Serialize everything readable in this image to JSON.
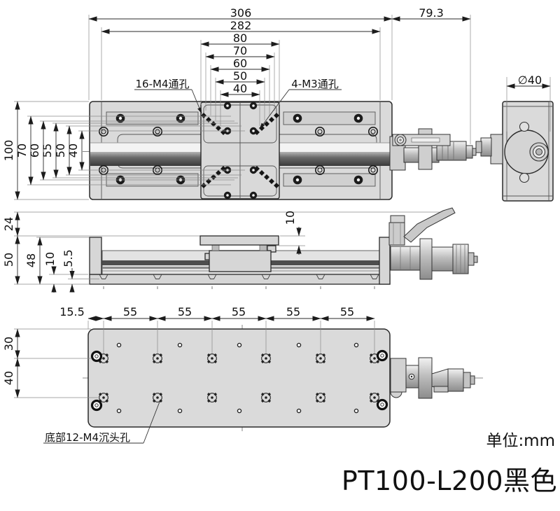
{
  "drawing": {
    "unit_note": "单位:mm",
    "title": "PT100-L200黑色"
  },
  "colors": {
    "accent_green": "#2aa82a",
    "ink": "#111111",
    "body_fill": "#dadada",
    "slot_dark": "#3f3f3f"
  },
  "top_view": {
    "h_dims": [
      "306",
      "282",
      "80",
      "70",
      "60",
      "50",
      "40"
    ],
    "offset_dim": "79.3",
    "v_dims": [
      "100",
      "70",
      "60",
      "55",
      "50",
      "40"
    ],
    "labels": {
      "m4": "16-M4通孔",
      "m3": "4-M3通孔"
    }
  },
  "side_view": {
    "diameter_dim": "∅40"
  },
  "front_view": {
    "v_dims": [
      "24",
      "50",
      "48",
      "10",
      "5.5"
    ],
    "plate_step_dim": "10"
  },
  "bottom_view": {
    "h_dims": [
      "15.5",
      "55",
      "55",
      "55",
      "55",
      "55"
    ],
    "v_dims": [
      "30",
      "40"
    ],
    "label": "底部12-M4沉头孔"
  }
}
